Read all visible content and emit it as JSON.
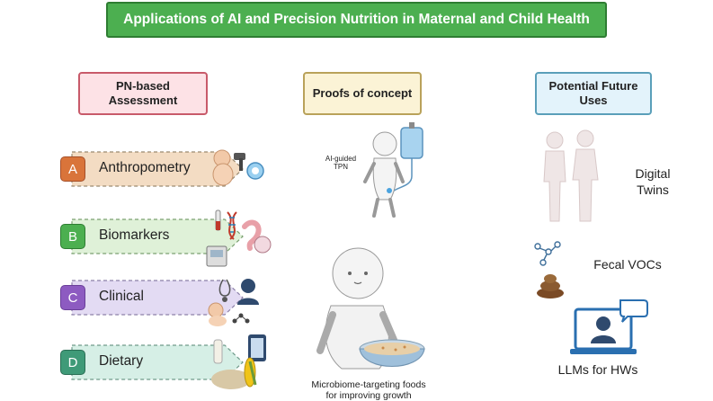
{
  "title": "Applications of AI and Precision Nutrition in Maternal and Child Health",
  "columns": {
    "assessment": "PN-based Assessment",
    "proofs": "Proofs of concept",
    "future": "Potential Future Uses"
  },
  "assessment_items": [
    {
      "letter": "A",
      "label": "Anthropometry",
      "badge_color": "#d9743a",
      "band_color": "#f3dcc3"
    },
    {
      "letter": "B",
      "label": "Biomarkers",
      "badge_color": "#4caf50",
      "band_color": "#dff1d8"
    },
    {
      "letter": "C",
      "label": "Clinical",
      "badge_color": "#8d5bc1",
      "band_color": "#e3dbf3"
    },
    {
      "letter": "D",
      "label": "Dietary",
      "badge_color": "#3f9a78",
      "band_color": "#d6efe6"
    }
  ],
  "proofs": {
    "tpn_label": "AI-guided TPN",
    "foods_caption": "Microbiome-targeting foods for improving growth"
  },
  "future_items": [
    {
      "label": "Digital Twins"
    },
    {
      "label": "Fecal VOCs"
    },
    {
      "label": "LLMs for HWs"
    }
  ]
}
